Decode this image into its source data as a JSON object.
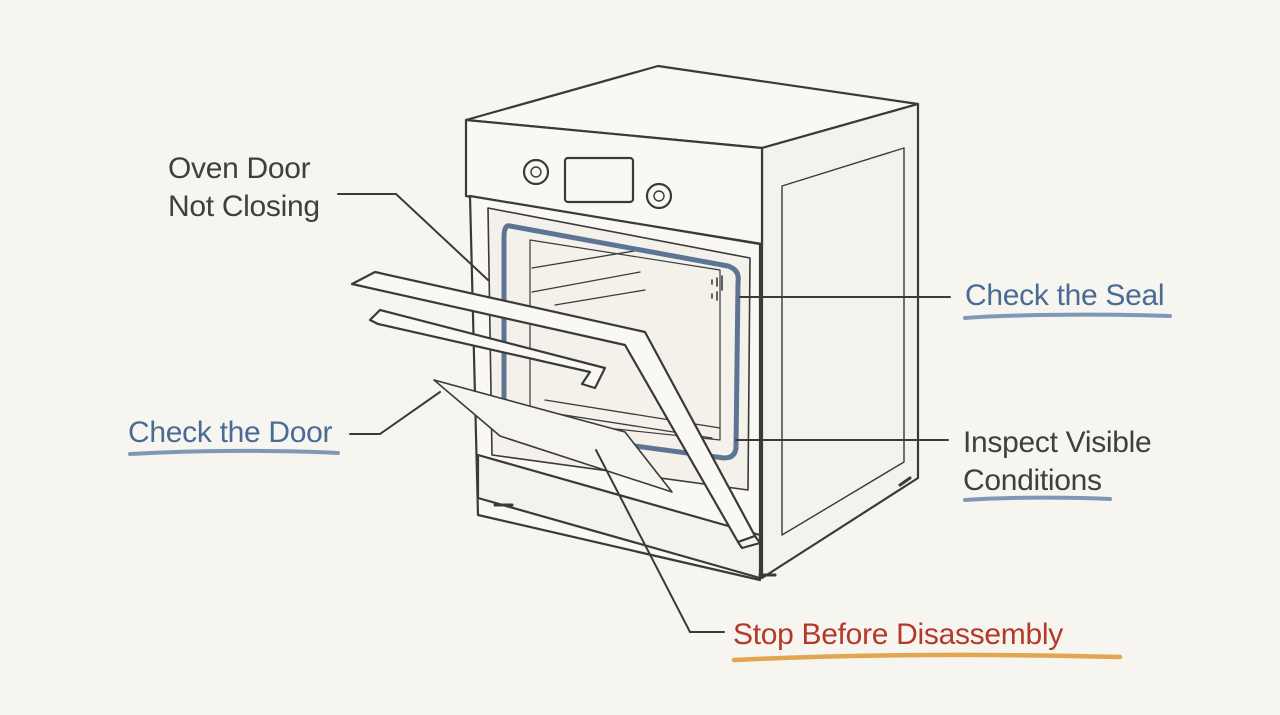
{
  "diagram": {
    "title_lines": [
      "Oven Door",
      "Not Closing"
    ],
    "labels": {
      "check_seal": "Check the Seal",
      "check_door": "Check the Door",
      "inspect_lines": [
        "Inspect Visible",
        "Conditions"
      ],
      "stop": "Stop Before Disassembly"
    }
  },
  "colors": {
    "background": "#f7f5ef",
    "line": "#3a3a3a",
    "blue_text": "#4a6b94",
    "blue_underline": "#7f98b8",
    "red_text": "#b33a2a",
    "orange_underline": "#e2a64e",
    "dark_text": "#3f3f3f",
    "seal": "#5d7594"
  },
  "icons": [
    "oven-illustration",
    "control-knob-icon",
    "display-panel-icon",
    "oven-rack-icon",
    "fan-vent-icon",
    "door-handle-icon"
  ]
}
